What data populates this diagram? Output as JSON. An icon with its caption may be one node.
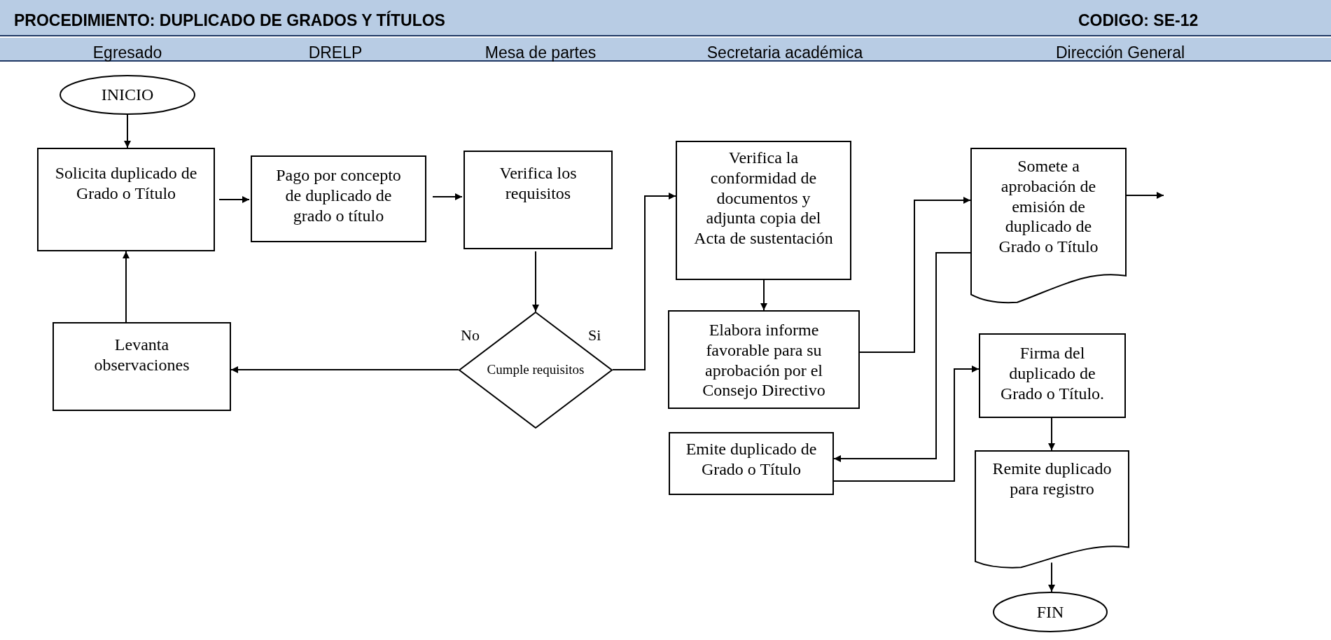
{
  "diagram": {
    "title": "PROCEDIMIENTO: DUPLICADO DE GRADOS Y TÍTULOS",
    "nodes": [
      {
        "text": [
          "INICIO"
        ]
      },
      {
        "text": [
          "Solicita duplicado de Grado o Título"
        ]
      },
      {
        "text": [
          "Pago por concepto de duplicado de grado o título"
        ]
      },
      {
        "text": [
          "Verifica los requisitos"
        ]
      },
      {
        "text": [
          "Cumple requisitos"
        ]
      },
      {
        "text": [
          "Levanta observaciones"
        ]
      },
      {
        "text": [
          "Verifica la conformidad de documentos y adjunta copia del Acta de sustentación"
        ]
      },
      {
        "text": [
          "Elabora informe favorable para su aprobación por el Consejo Directivo"
        ]
      },
      {
        "text": [
          "Somete a aprobación de emisión de duplicado de Grado o Título"
        ]
      },
      {
        "text": [
          "Firma del duplicado de Grado o Título."
        ]
      },
      {
        "text": [
          "Emite duplicado de Grado o Título"
        ]
      },
      {
        "text": [
          "Remite duplicado para registro"
        ]
      },
      {
        "text": [
          "FIN"
        ]
      }
    ],
    "edges": [
      {
        "from": 0,
        "to": 1,
        "arrow": "to"
      },
      {
        "from": 1,
        "to": 2,
        "arrow": "to"
      },
      {
        "from": 2,
        "to": 3,
        "arrow": "to"
      },
      {
        "from": 3,
        "to": 4,
        "arrow": "to"
      },
      {
        "from": 4,
        "to": 5,
        "arrow": "to",
        "label": "No"
      },
      {
        "from": 4,
        "to": 6,
        "arrow": "to",
        "label": "Si"
      },
      {
        "from": 5,
        "to": 1,
        "arrow": "to"
      },
      {
        "from": 6,
        "to": 7,
        "arrow": "to"
      },
      {
        "from": 7,
        "to": 8,
        "arrow": "to"
      },
      {
        "from": 8,
        "to": 10,
        "arrow": "to"
      },
      {
        "from": 10,
        "to": 9,
        "arrow": "to"
      },
      {
        "from": 9,
        "to": 11,
        "arrow": "to"
      },
      {
        "from": 11,
        "to": 12,
        "arrow": "to"
      },
      {
        "from": 8,
        "to": null,
        "arrow": "to"
      }
    ],
    "labels": [
      "CODIGO: SE-12",
      "Egresado",
      "DRELP",
      "Mesa de partes",
      "Secretaria académica",
      "Dirección General"
    ]
  }
}
